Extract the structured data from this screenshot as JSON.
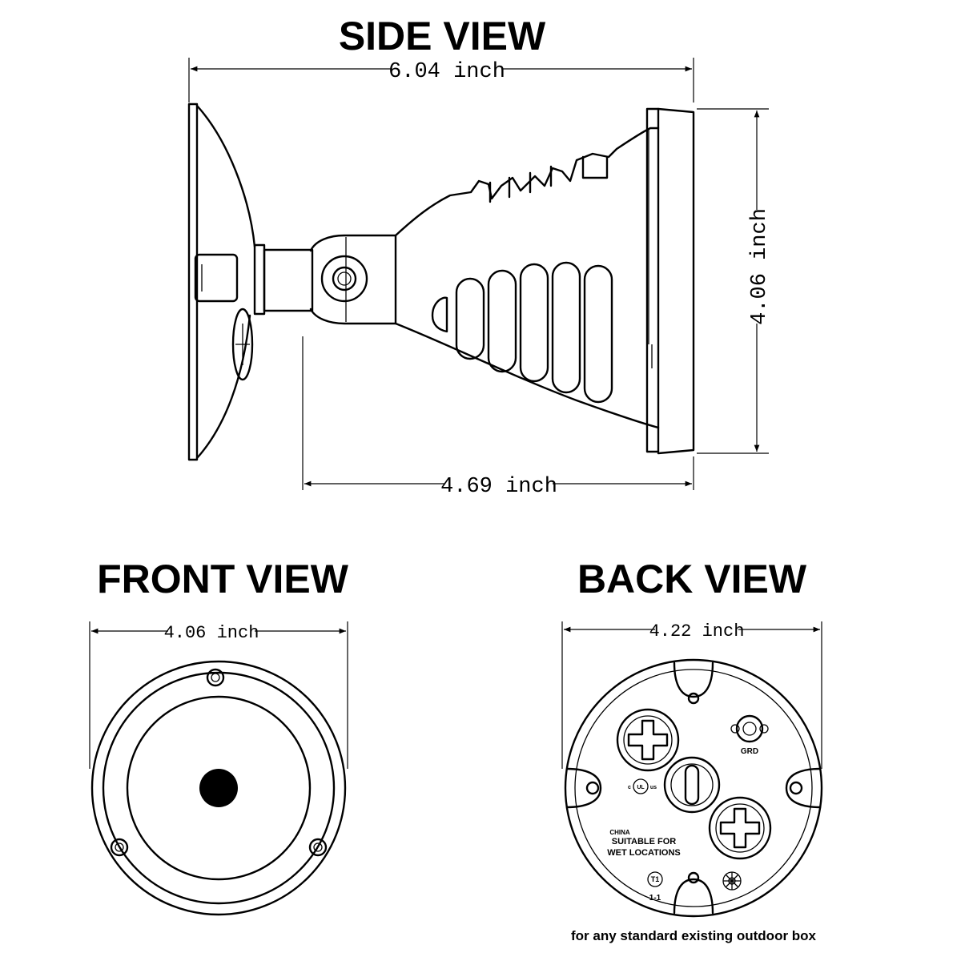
{
  "side_view": {
    "title": "SIDE VIEW",
    "overall_width": "6.04 inch",
    "height": "4.06 inch",
    "body_length": "4.69 inch"
  },
  "front_view": {
    "title": "FRONT VIEW",
    "diameter": "4.06 inch"
  },
  "back_view": {
    "title": "BACK VIEW",
    "diameter": "4.22 inch",
    "labels": {
      "ground": "GRD",
      "origin": "CHINA",
      "rating_line_1": "SUITABLE FOR",
      "rating_line_2": "WET LOCATIONS",
      "code": "T1",
      "part": "1-1",
      "cert_c": "c",
      "cert_ul": "UL",
      "cert_us": "us"
    },
    "caption": "for any standard existing outdoor box"
  }
}
